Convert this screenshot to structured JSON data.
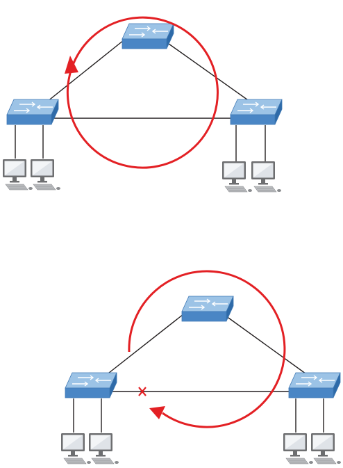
{
  "diagrams": [
    {
      "name": "loop",
      "loop_blocked": false,
      "switches": [
        "top",
        "left",
        "right"
      ],
      "pc_groups": [
        "left",
        "right"
      ]
    },
    {
      "name": "loop-broken",
      "loop_blocked": true,
      "switches": [
        "top",
        "left",
        "right"
      ],
      "pc_groups": [
        "left",
        "right"
      ]
    }
  ],
  "colors": {
    "loop_arrow": "#e32024",
    "blocked_marker": "#e32024",
    "link": "#231f20",
    "switch_top": "#9cc3e6",
    "switch_front": "#4a86c5",
    "switch_side": "#2e6aa8",
    "monitor_frame": "#6d6e70",
    "monitor_screen": "#dfe3e8",
    "keyboard": "#b9bbbe"
  },
  "icons": [
    "network-switch-icon",
    "desktop-pc-icon",
    "blocked-port-icon"
  ]
}
